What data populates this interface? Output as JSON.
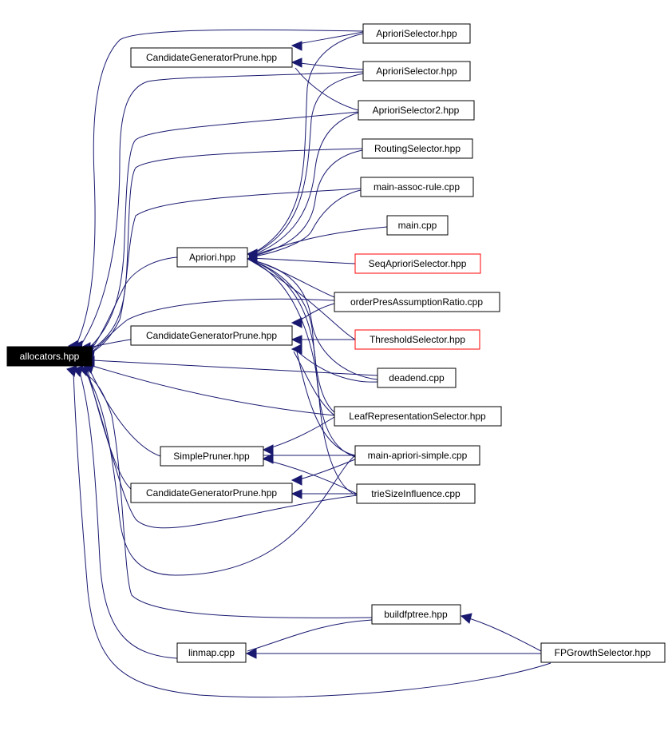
{
  "graph": {
    "root": "allocators.hpp",
    "nodes": {
      "allocators": "allocators.hpp",
      "cgp1": "CandidateGeneratorPrune.hpp",
      "cgp2": "CandidateGeneratorPrune.hpp",
      "cgp3": "CandidateGeneratorPrune.hpp",
      "apriori": "Apriori.hpp",
      "simplepruner": "SimplePruner.hpp",
      "linmap": "linmap.cpp",
      "aprioriSel1": "AprioriSelector.hpp",
      "aprioriSel2": "AprioriSelector.hpp",
      "aprioriSel3": "AprioriSelector2.hpp",
      "routing": "RoutingSelector.hpp",
      "mainAssoc": "main-assoc-rule.cpp",
      "mainCpp": "main.cpp",
      "seqApriori": "SeqAprioriSelector.hpp",
      "orderPres": "orderPresAssumptionRatio.cpp",
      "threshold": "ThresholdSelector.hpp",
      "deadend": "deadend.cpp",
      "leafRep": "LeafRepresentationSelector.hpp",
      "mainApriori": "main-apriori-simple.cpp",
      "trieSize": "trieSizeInfluence.cpp",
      "buildfp": "buildfptree.hpp",
      "fpgrowth": "FPGrowthSelector.hpp"
    },
    "broken_links": [
      "seqApriori",
      "threshold"
    ],
    "colors": {
      "edge": "#191970",
      "root_fill": "#000000",
      "root_text": "#ffffff",
      "border": "#000000",
      "broken_border": "#ff0000"
    }
  }
}
